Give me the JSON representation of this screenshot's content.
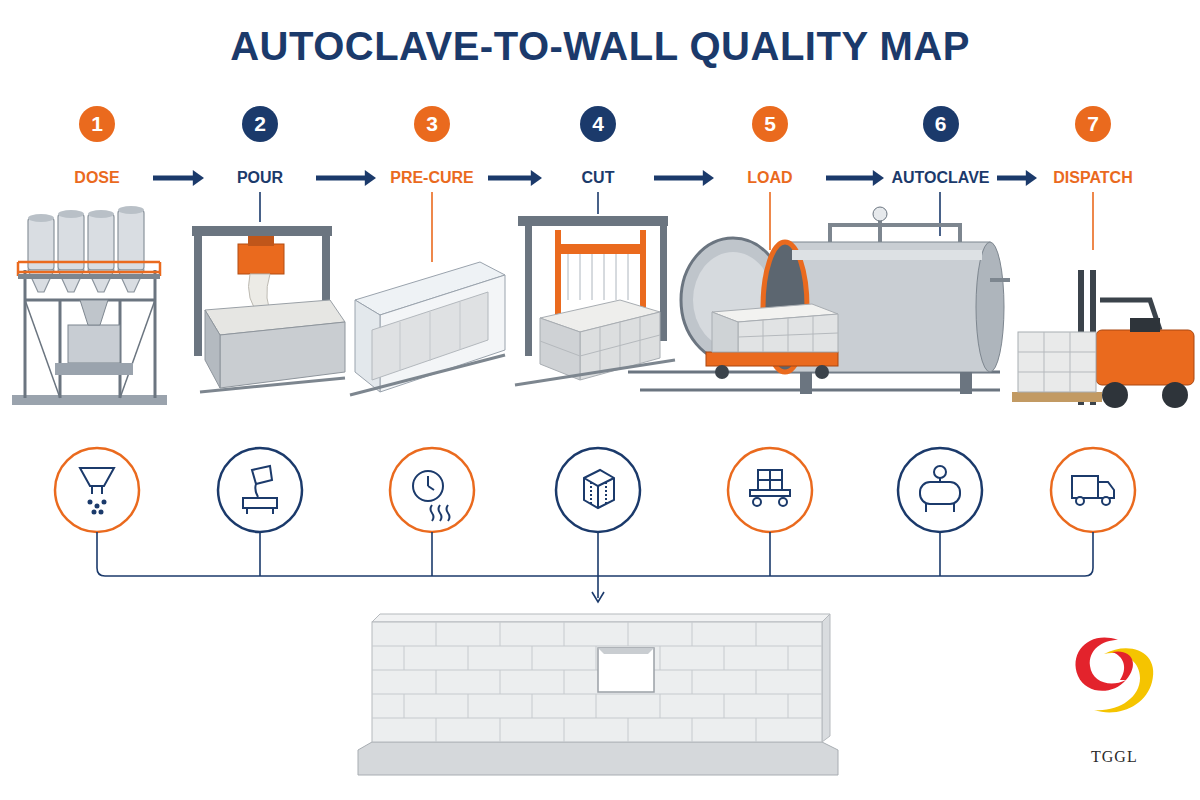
{
  "diagram": {
    "title": "AUTOCLAVE-TO-WALL QUALITY MAP",
    "nodes": [
      {
        "text": [
          "1",
          "DOSE"
        ]
      },
      {
        "text": [
          "2",
          "POUR"
        ]
      },
      {
        "text": [
          "3",
          "PRE-CURE"
        ]
      },
      {
        "text": [
          "4",
          "CUT"
        ]
      },
      {
        "text": [
          "5",
          "LOAD"
        ]
      },
      {
        "text": [
          "6",
          "AUTOCLAVE"
        ]
      },
      {
        "text": [
          "7",
          "DISPATCH"
        ]
      }
    ],
    "edges": [
      {
        "from": 0,
        "to": 1,
        "arrow": "to"
      },
      {
        "from": 1,
        "to": 2,
        "arrow": "to"
      },
      {
        "from": 2,
        "to": 3,
        "arrow": "to"
      },
      {
        "from": 3,
        "to": 4,
        "arrow": "to"
      },
      {
        "from": 4,
        "to": 5,
        "arrow": "to"
      },
      {
        "from": 5,
        "to": 6,
        "arrow": "to"
      }
    ],
    "labels": [
      "TGGL"
    ]
  }
}
